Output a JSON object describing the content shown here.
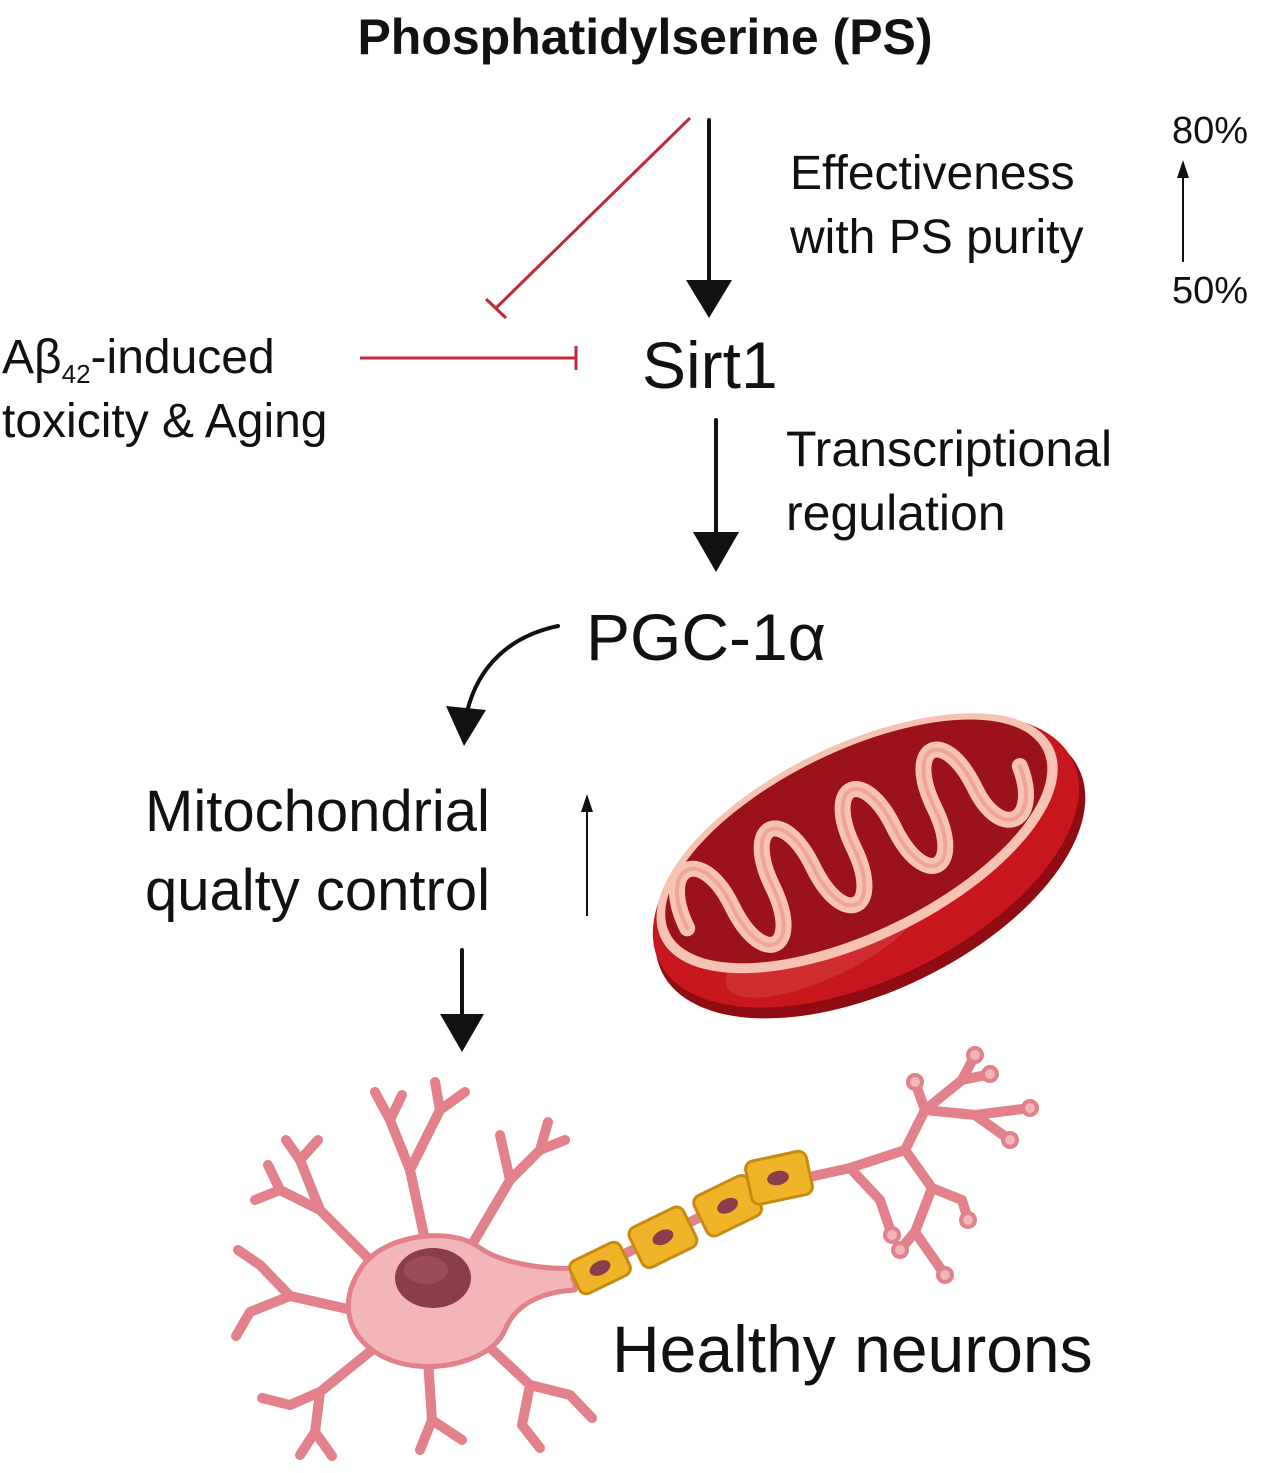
{
  "title": "Phosphatidylserine (PS)",
  "effectiveness": {
    "line1": "Effectiveness",
    "line2": "with PS purity",
    "high": "80%",
    "low": "50%"
  },
  "abeta": {
    "prefix": "Aβ",
    "subscript": "42",
    "suffix": "-induced",
    "line2": "toxicity & Aging"
  },
  "sirt1": "Sirt1",
  "transcription": {
    "line1": "Transcriptional",
    "line2": "regulation"
  },
  "pgc": "PGC-1α",
  "mito_qc": {
    "line1": "Mitochondrial",
    "line2": "qualty control"
  },
  "healthy": "Healthy neurons",
  "colors": {
    "inhibition": "#c0273a",
    "arrow": "#111111",
    "mito_outer": "#c8161d",
    "mito_inner": "#f6c3b3",
    "neuron": "#e2808c",
    "neuron_fill": "#f2b5b8",
    "nucleus": "#8a3d4a",
    "myelin": "#f0b429"
  },
  "icons": [
    "mitochondrion-illustration",
    "neuron-illustration"
  ]
}
